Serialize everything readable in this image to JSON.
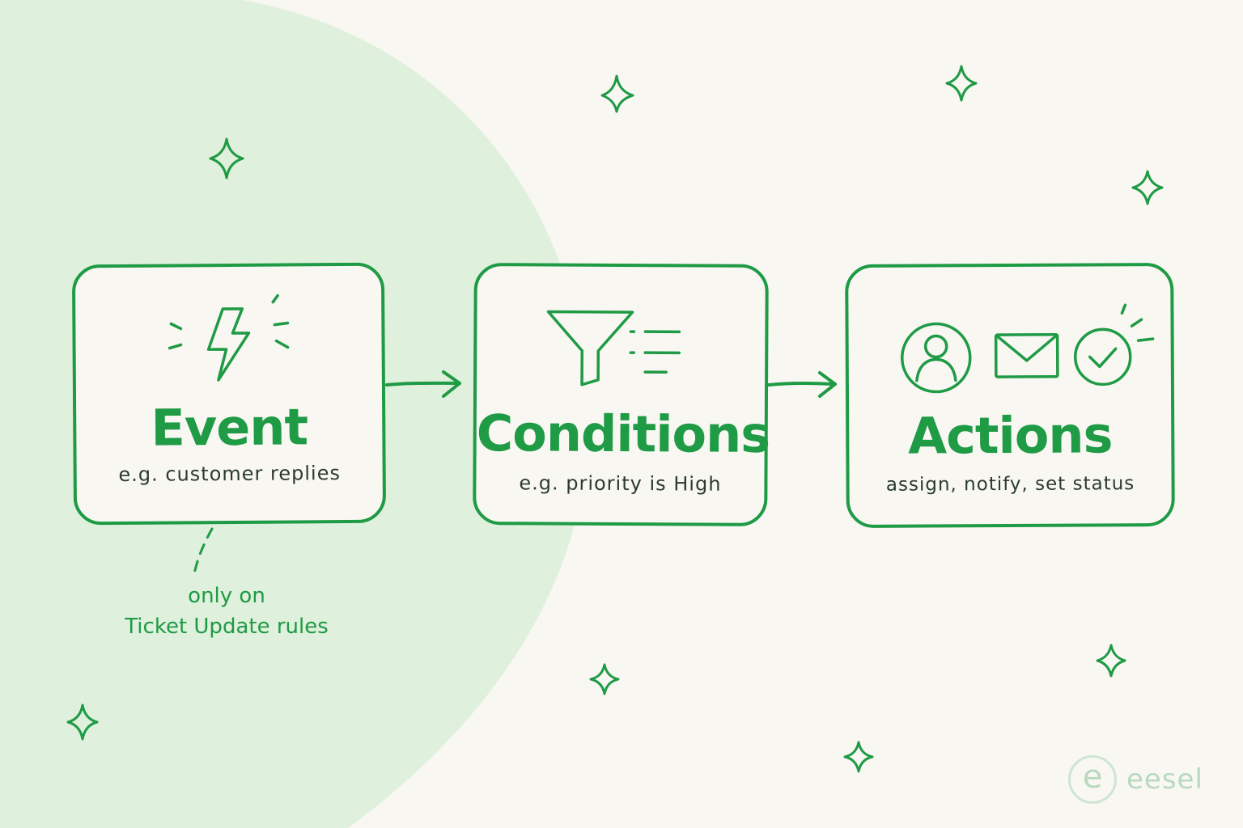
{
  "steps": [
    {
      "title": "Event",
      "subtitle": "e.g. customer replies",
      "icon": "lightning-icon"
    },
    {
      "title": "Conditions",
      "subtitle": "e.g. priority is High",
      "icon": "filter-icon"
    },
    {
      "title": "Actions",
      "subtitle": "assign, notify, set status",
      "icon": "user-mail-check-icons"
    }
  ],
  "note": {
    "line1": "only on",
    "line2": "Ticket Update rules"
  },
  "brand": {
    "mark": "e",
    "name": "eesel"
  },
  "colors": {
    "accent": "#1f9a45",
    "background": "#f8f7f2",
    "blob": "#dff0dd",
    "text_dark": "#2b3b30",
    "brand_muted": "#b9d9bf"
  }
}
